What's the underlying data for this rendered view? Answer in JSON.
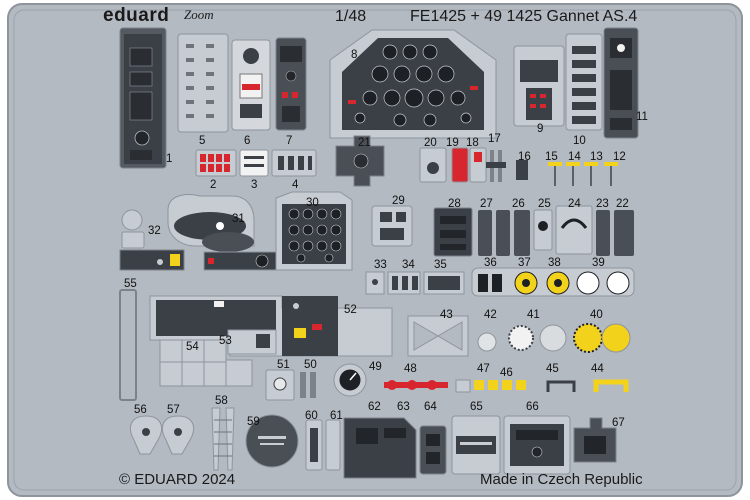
{
  "header": {
    "brand": "eduard",
    "brand_sub": "Zoom",
    "scale": "1/48",
    "title": "FE1425 + 49 1425 Gannet AS.4"
  },
  "footer": {
    "copyright": "© EDUARD 2024",
    "origin": "Made in Czech Republic"
  },
  "parts": [
    "1",
    "2",
    "3",
    "4",
    "5",
    "6",
    "7",
    "8",
    "9",
    "10",
    "11",
    "12",
    "13",
    "14",
    "15",
    "16",
    "17",
    "18",
    "19",
    "20",
    "21",
    "22",
    "23",
    "24",
    "25",
    "26",
    "27",
    "28",
    "29",
    "30",
    "31",
    "32",
    "33",
    "34",
    "35",
    "36",
    "37",
    "38",
    "39",
    "40",
    "41",
    "42",
    "43",
    "44",
    "45",
    "46",
    "47",
    "48",
    "49",
    "50",
    "51",
    "52",
    "53",
    "54",
    "55",
    "56",
    "57",
    "58",
    "59",
    "60",
    "61",
    "62",
    "63",
    "64",
    "65",
    "66",
    "67"
  ],
  "colors": {
    "fret": "#b4bac2",
    "fret_edge": "#8e949c",
    "panel_dark": "#3b3f46",
    "red": "#d8262e",
    "yellow": "#f3d21c"
  }
}
